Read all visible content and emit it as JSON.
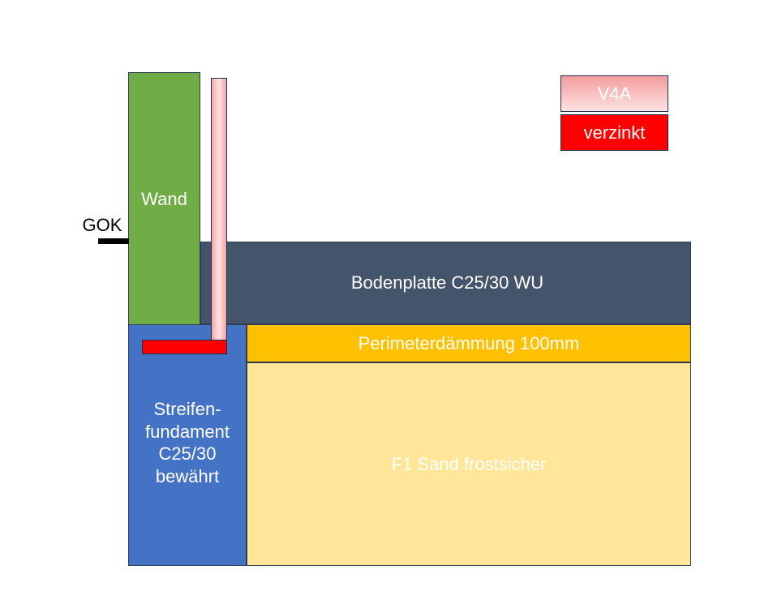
{
  "labels": {
    "wand": "Wand",
    "gok": "GOK",
    "bodenplatte": "Bodenplatte C25/30 WU",
    "perimeterdaemmung": "Perimeterdämmung 100mm",
    "sand": "F1 Sand frostsicher",
    "fundament": [
      "Streifen-",
      "fundament",
      "C25/30",
      "bewährt"
    ]
  },
  "legend": {
    "v4a": "V4A",
    "verzinkt": "verzinkt"
  },
  "colors": {
    "wand": "#70ad47",
    "bodenplatte": "#44546a",
    "perimeterdaemmung": "#ffc000",
    "sand": "#ffe699",
    "fundament": "#4472c4",
    "v4a": "#f4a4a4",
    "verzinkt": "#ff0000",
    "gok": "#000000"
  }
}
